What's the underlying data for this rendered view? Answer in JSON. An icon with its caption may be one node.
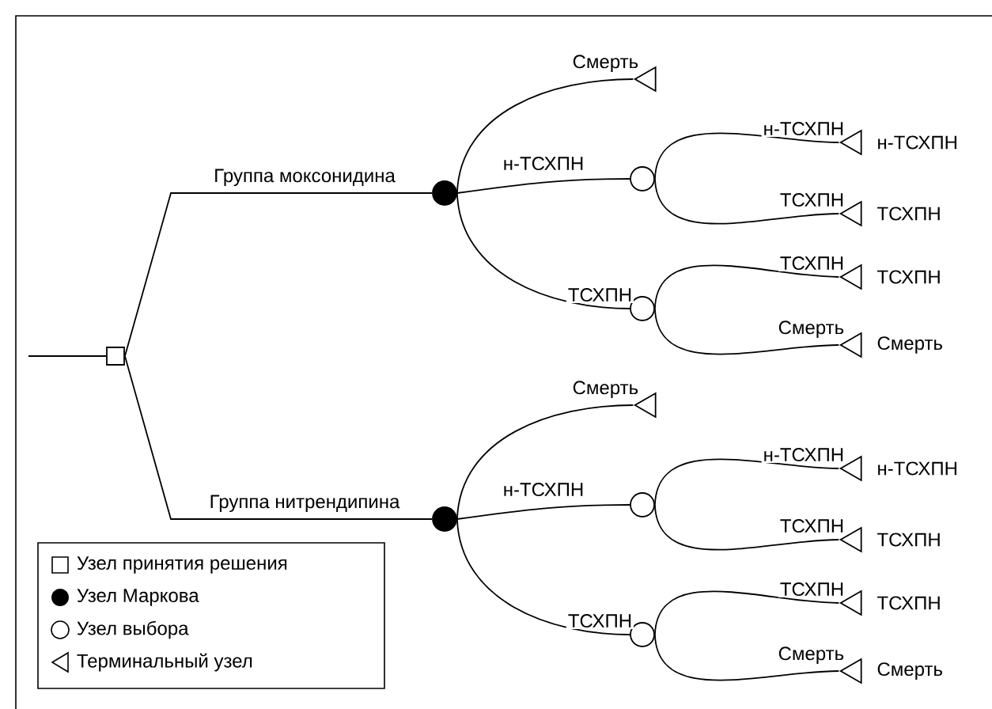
{
  "diagram": {
    "nodes": [
      {
        "text": [],
        "shape": "box"
      },
      {
        "text": [],
        "shape": "dot"
      },
      {
        "text": [],
        "shape": "triangle"
      },
      {
        "text": [],
        "shape": "circle"
      },
      {
        "text": [],
        "shape": "circle"
      },
      {
        "text": [],
        "shape": "triangle",
        "beside": [
          "н-ТСХПН"
        ]
      },
      {
        "text": [],
        "shape": "triangle",
        "beside": [
          "ТСХПН"
        ]
      },
      {
        "text": [],
        "shape": "triangle",
        "beside": [
          "ТСХПН"
        ]
      },
      {
        "text": [],
        "shape": "triangle",
        "beside": [
          "Смерть"
        ]
      },
      {
        "text": [],
        "shape": "dot"
      },
      {
        "text": [],
        "shape": "triangle"
      },
      {
        "text": [],
        "shape": "circle"
      },
      {
        "text": [],
        "shape": "circle"
      },
      {
        "text": [],
        "shape": "triangle",
        "beside": [
          "н-ТСХПН"
        ]
      },
      {
        "text": [],
        "shape": "triangle",
        "beside": [
          "ТСХПН"
        ]
      },
      {
        "text": [],
        "shape": "triangle",
        "beside": [
          "ТСХПН"
        ]
      },
      {
        "text": [],
        "shape": "triangle",
        "beside": [
          "Смерть"
        ]
      }
    ],
    "edges": [
      {
        "from": null,
        "to": 0,
        "arrow": "none"
      },
      {
        "from": 0,
        "to": 1,
        "arrow": "none",
        "label": "Группа моксонидина"
      },
      {
        "from": 1,
        "to": 2,
        "arrow": "none",
        "label": "Смерть"
      },
      {
        "from": 1,
        "to": 3,
        "arrow": "none",
        "label": "н-ТСХПН"
      },
      {
        "from": 1,
        "to": 4,
        "arrow": "none",
        "label": "ТСХПН"
      },
      {
        "from": 3,
        "to": 5,
        "arrow": "none",
        "label": "н-ТСХПН"
      },
      {
        "from": 3,
        "to": 6,
        "arrow": "none",
        "label": "ТСХПН"
      },
      {
        "from": 4,
        "to": 7,
        "arrow": "none",
        "label": "ТСХПН"
      },
      {
        "from": 4,
        "to": 8,
        "arrow": "none",
        "label": "Смерть"
      },
      {
        "from": 0,
        "to": 9,
        "arrow": "none",
        "label": "Группа нитрендипина"
      },
      {
        "from": 9,
        "to": 10,
        "arrow": "none",
        "label": "Смерть"
      },
      {
        "from": 9,
        "to": 11,
        "arrow": "none",
        "label": "н-ТСХПН"
      },
      {
        "from": 9,
        "to": 12,
        "arrow": "none",
        "label": "ТСХПН"
      },
      {
        "from": 11,
        "to": 13,
        "arrow": "none",
        "label": "н-ТСХПН"
      },
      {
        "from": 11,
        "to": 14,
        "arrow": "none",
        "label": "ТСХПН"
      },
      {
        "from": 12,
        "to": 15,
        "arrow": "none",
        "label": "ТСХПН"
      },
      {
        "from": 12,
        "to": 16,
        "arrow": "none",
        "label": "Смерть"
      }
    ],
    "legend": [
      {
        "text": "Узел принятия решения"
      },
      {
        "text": "Узел Маркова"
      },
      {
        "text": "Узел выбора"
      },
      {
        "text": "Терминальный узел"
      }
    ]
  }
}
